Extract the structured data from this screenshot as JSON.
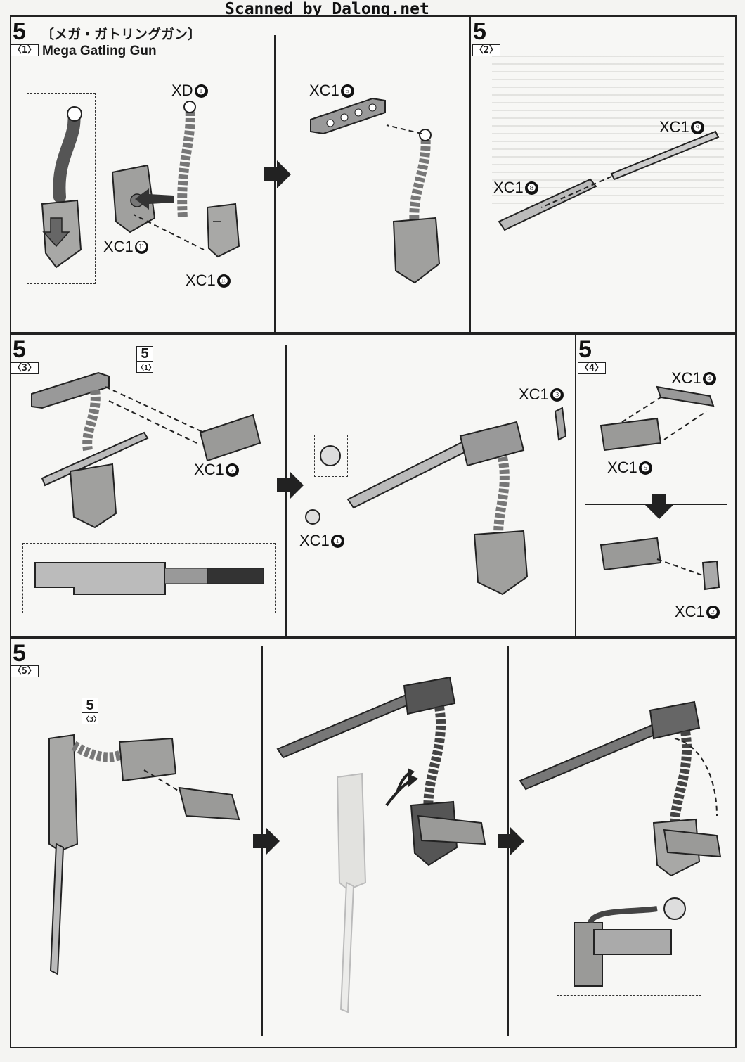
{
  "header": {
    "scan_credit": "Scanned by Dalong.net"
  },
  "step": {
    "number": "5",
    "title_jp": "〔メガ・ガトリングガン〕",
    "title_en": "Mega Gatling Gun"
  },
  "panels": {
    "p1": {
      "substep": "〈1〉",
      "parts": [
        "XD",
        "XC1",
        "XC1"
      ],
      "nums": [
        "❶",
        "⓫",
        "❿"
      ]
    },
    "p1b": {
      "part": "XC1",
      "num": "❻"
    },
    "p2": {
      "substep": "〈2〉",
      "parts": [
        "XC1",
        "XC1"
      ],
      "nums": [
        "❾",
        "❽"
      ]
    },
    "p3": {
      "substep": "〈3〉",
      "ref_num": "5",
      "ref_sub": "〈1〉",
      "part": "XC1",
      "num": "❼"
    },
    "p3b": {
      "parts": [
        "XC1",
        "XC1"
      ],
      "nums": [
        "❸",
        "❶"
      ]
    },
    "p4": {
      "substep": "〈4〉",
      "parts": [
        "XC1",
        "XC1",
        "XC1"
      ],
      "nums": [
        "❹",
        "❺",
        "❷"
      ]
    },
    "p5": {
      "substep": "〈5〉",
      "ref_num": "5",
      "ref_sub": "〈3〉"
    }
  },
  "colors": {
    "line": "#222222",
    "part_fill": "#9a9a98",
    "part_light": "#c9c9c6",
    "dark": "#5e5e5c",
    "bg": "#f7f7f5"
  },
  "icons": [
    "next-arrow-icon",
    "down-arrow-icon",
    "insert-arrow-icon",
    "rotate-arrow-icon"
  ]
}
